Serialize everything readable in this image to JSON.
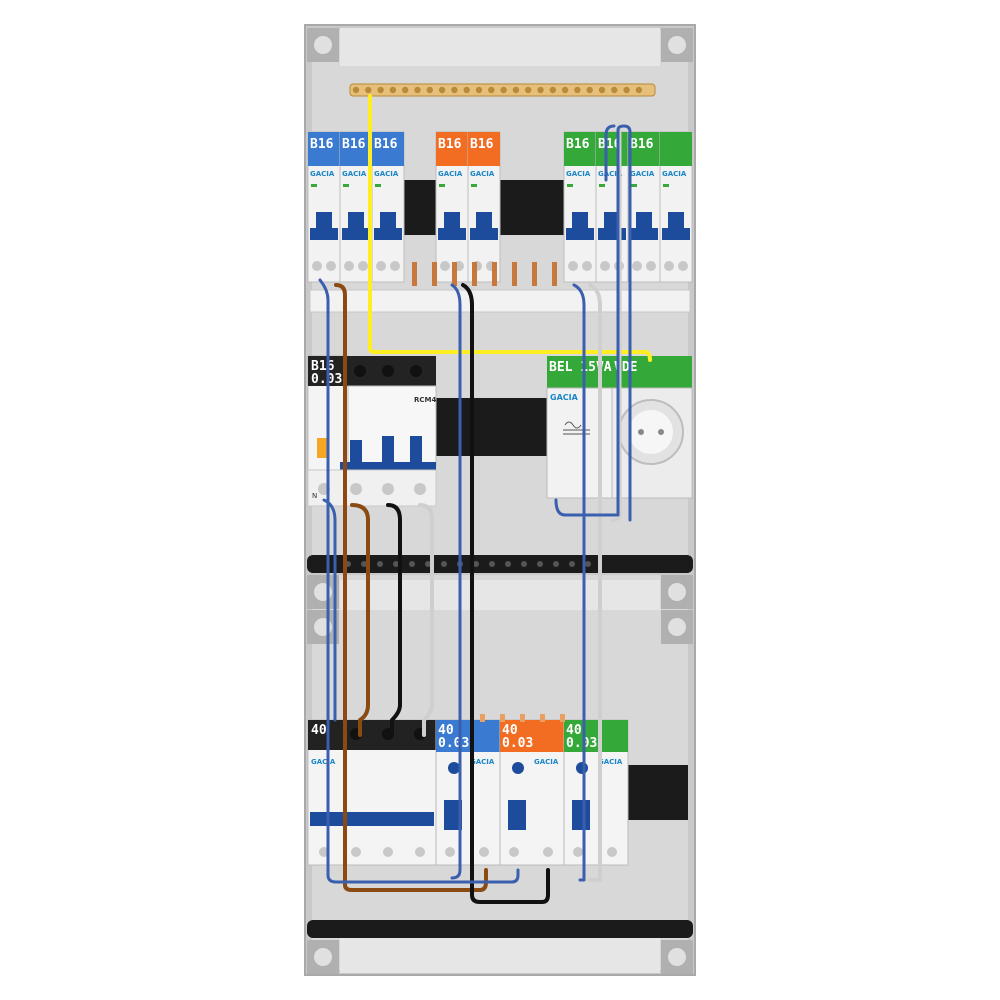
{
  "colors": {
    "blue": "#3a7ad0",
    "orange": "#f26d22",
    "green": "#35a83a",
    "black": "#222222",
    "brand": "#1a86c8",
    "handle": "#1d4c9c",
    "copper": "#c8783c",
    "neutral_bar": "#e6c07a",
    "enclosure": "#d9d9d9",
    "wire_yellow": "#ffee22",
    "wire_brown": "#8a4a12",
    "wire_blue": "#3a5fae",
    "wire_grey": "#cfcfcf",
    "wire_black": "#111111"
  },
  "brand": "GACIA",
  "row1": {
    "breakers": [
      {
        "label": "B16",
        "color": "blue"
      },
      {
        "label": "B16",
        "color": "blue"
      },
      {
        "label": "B16",
        "color": "blue"
      },
      {
        "label": "B16",
        "color": "orange"
      },
      {
        "label": "B16",
        "color": "orange"
      },
      {
        "label": "B16",
        "color": "green"
      },
      {
        "label": "B16",
        "color": "green"
      },
      {
        "label": "B16",
        "color": "green"
      },
      {
        "label": "",
        "color": "green"
      }
    ]
  },
  "row2": {
    "rcbo_label_line1": "B16",
    "rcbo_label_line2": "0.03",
    "rcm_label": "RCM4",
    "trafo_label": "BEL 15VA",
    "trafo_suffix": "VDE",
    "neutral_mark": "N"
  },
  "row3": {
    "main_label": "40",
    "rcds": [
      {
        "line1": "40",
        "line2": "0.03",
        "color": "blue"
      },
      {
        "line1": "40",
        "line2": "0.03",
        "color": "orange"
      },
      {
        "line1": "40",
        "line2": "0.03",
        "color": "green"
      }
    ]
  },
  "icons": [
    "mounting-screw-icon",
    "socket-icon",
    "transformer-symbol-icon"
  ]
}
